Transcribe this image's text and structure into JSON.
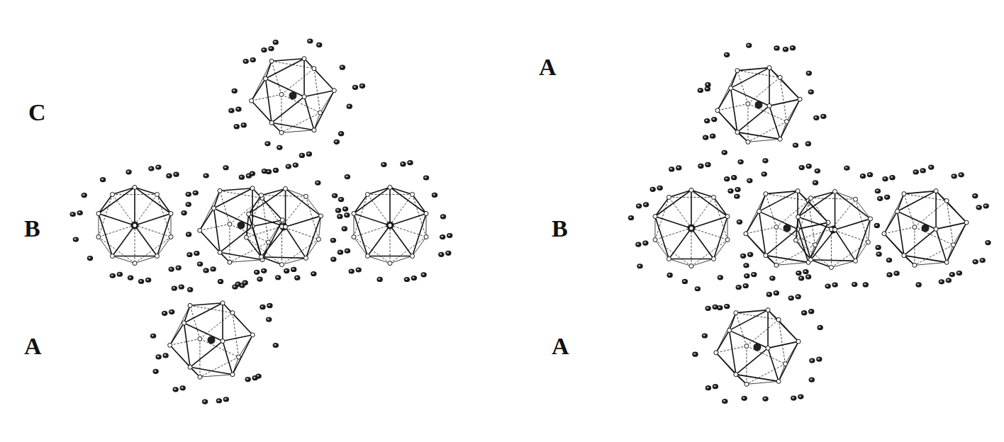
{
  "diagram": {
    "labels": [
      "C",
      "B",
      "A",
      "A",
      "B",
      "A"
    ]
  }
}
